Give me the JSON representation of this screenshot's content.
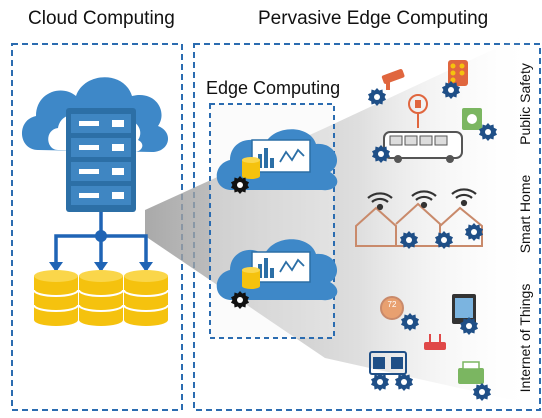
{
  "titles": {
    "cloud": "Cloud Computing",
    "pervasive": "Pervasive Edge Computing",
    "edge": "Edge Computing"
  },
  "domains": [
    "Public Safety",
    "Smart Home",
    "Internet of Things"
  ],
  "device_readouts": {
    "thermostat": "72"
  },
  "colors": {
    "border": "#2B6CB0",
    "cloud": "#3E88C8",
    "server": "#2C6FA6",
    "database": "#F5C20E",
    "gear": "#1F4F87"
  }
}
